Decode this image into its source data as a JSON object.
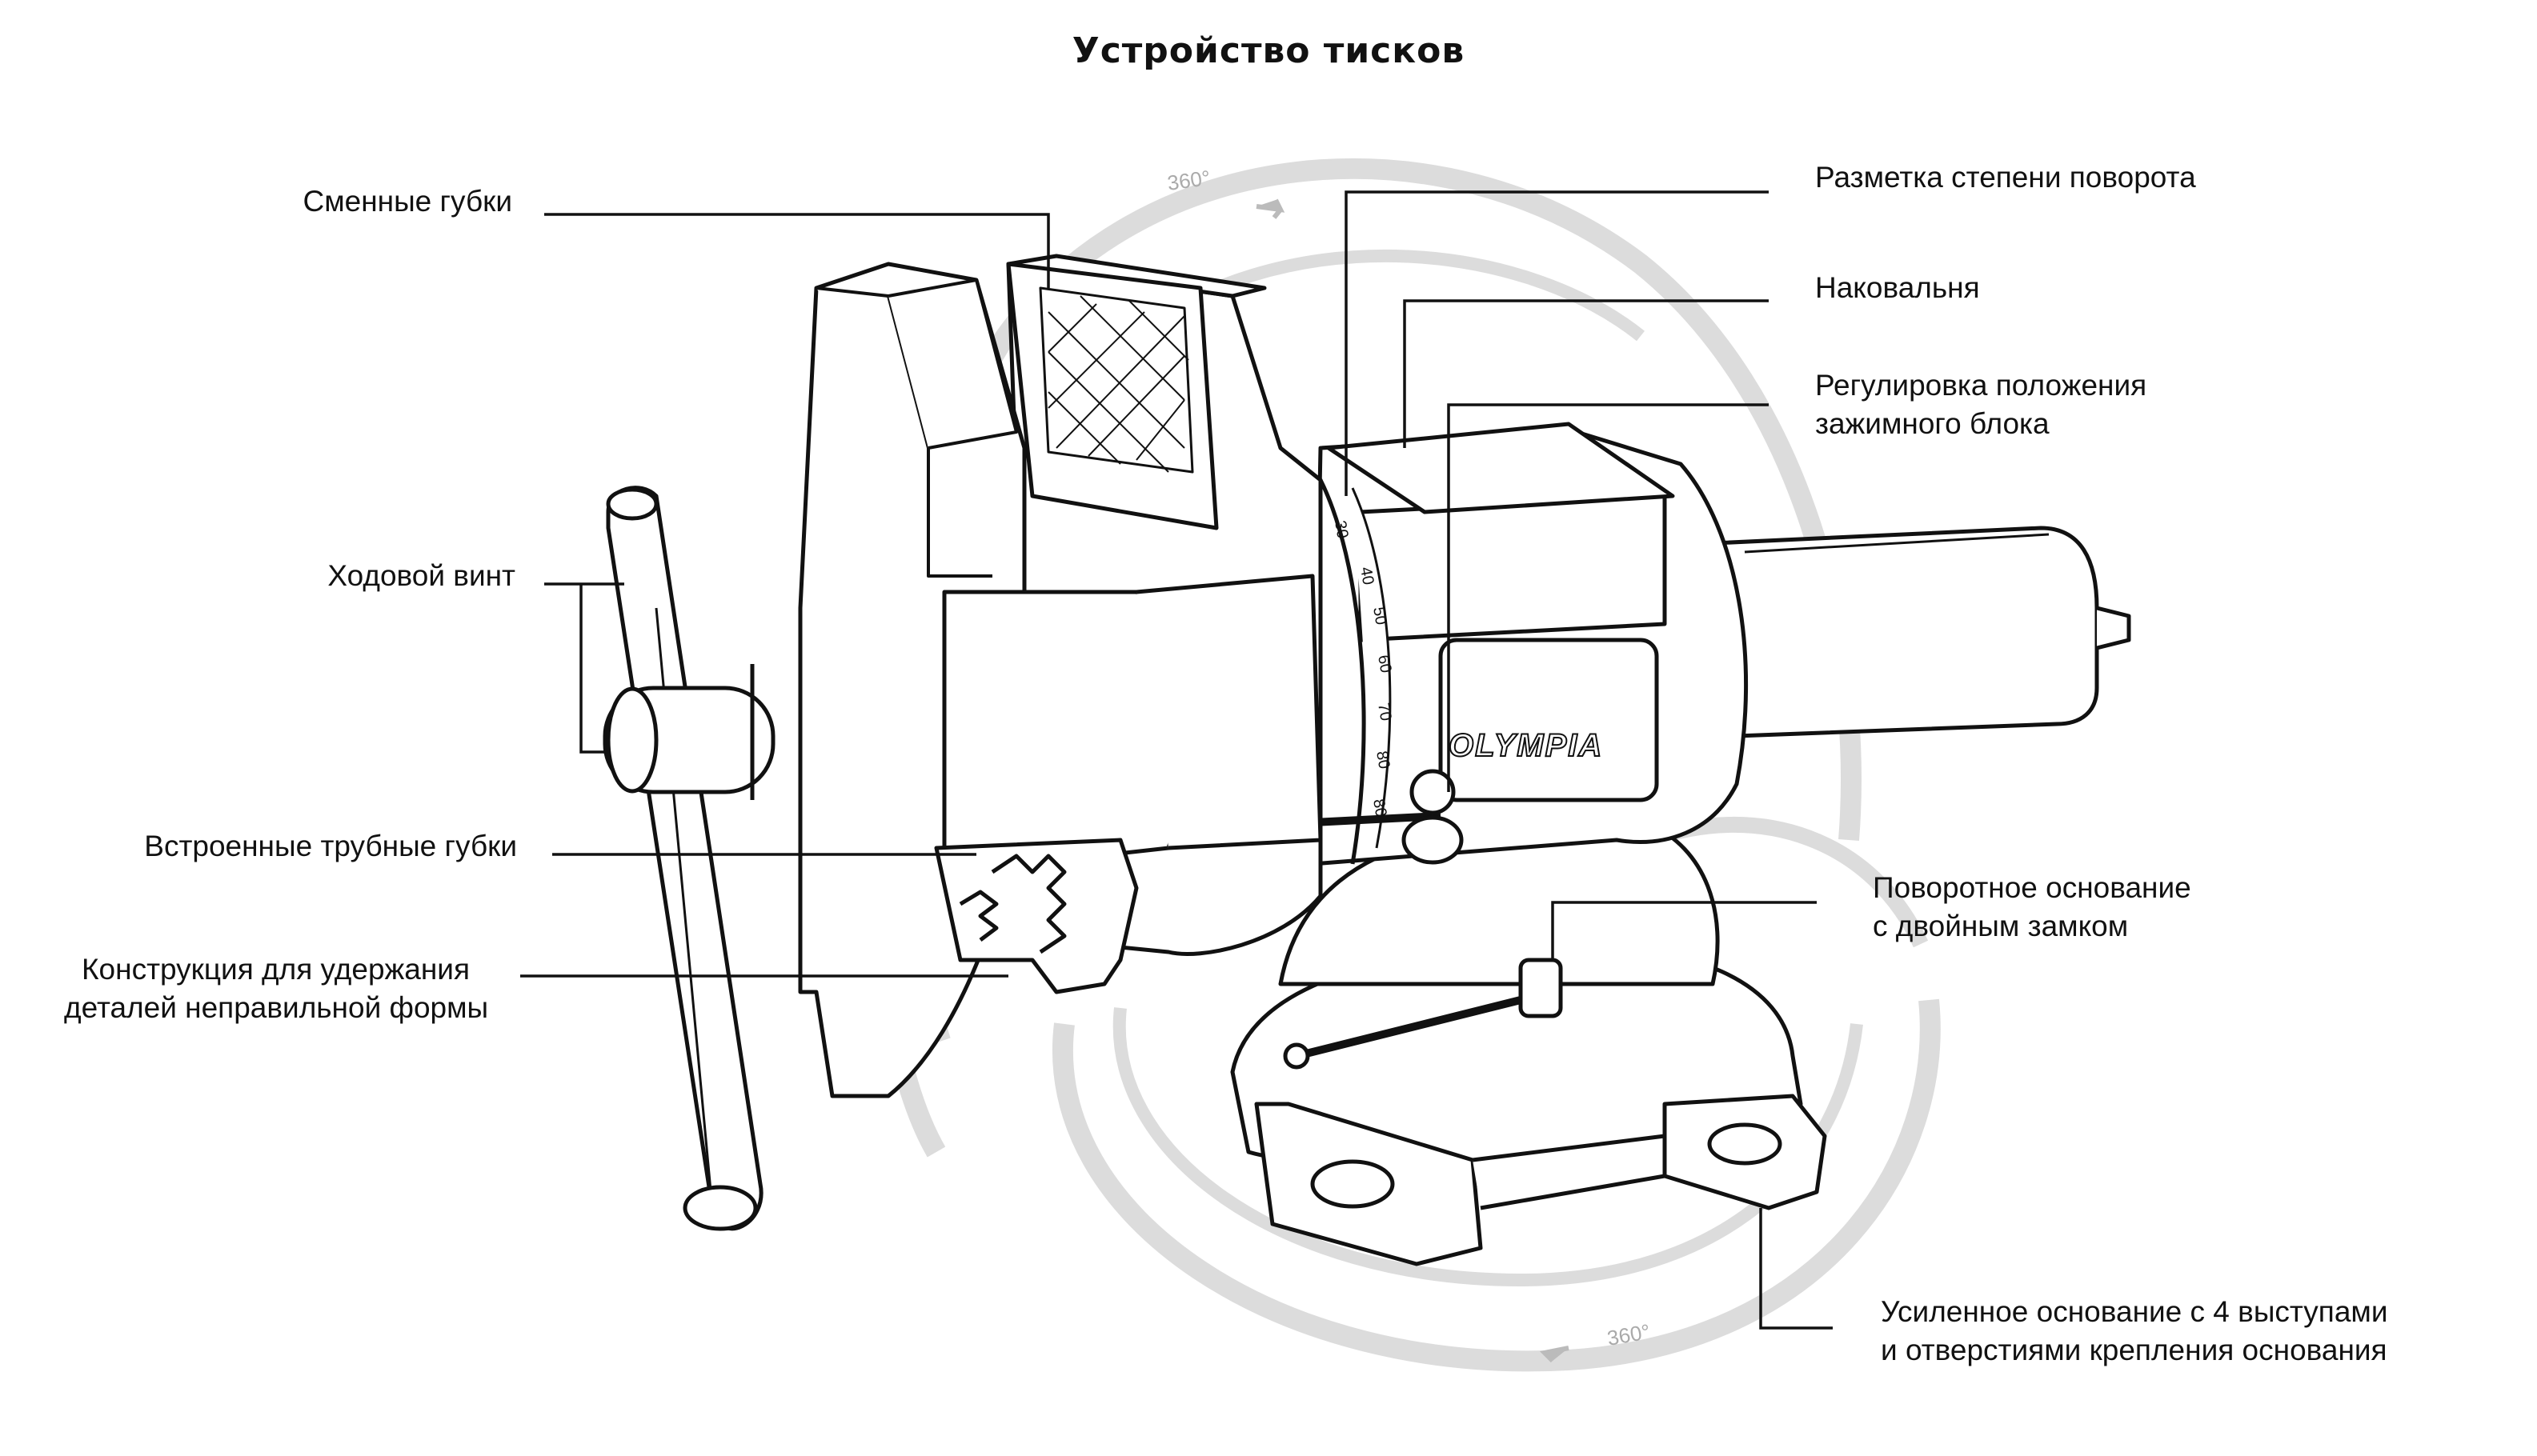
{
  "title": "Устройство тисков",
  "labels": {
    "replaceable_jaws": "Сменные губки",
    "lead_screw": "Ходовой винт",
    "pipe_jaws": "Встроенные трубные губки",
    "irregular_line1": "Конструкция для удержания",
    "irregular_line2": "деталей неправильной формы",
    "rotation_marking": "Разметка степени поворота",
    "anvil": "Наковальня",
    "clamp_adjust_line1": "Регулировка положения",
    "clamp_adjust_line2": "зажимного блока",
    "swivel_base_line1": "Поворотное основание",
    "swivel_base_line2": "с двойным замком",
    "reinforced_base_line1": "Усиленное основание с 4 выступами",
    "reinforced_base_line2": "и отверстиями крепления основания"
  },
  "rotation_badge": "360°",
  "brand": "OLYMPIA",
  "scale_ticks": [
    "30",
    "40",
    "50",
    "60",
    "70",
    "80",
    "80"
  ],
  "colors": {
    "line": "#111111",
    "ring": "#dcdcdc",
    "background": "#ffffff"
  }
}
